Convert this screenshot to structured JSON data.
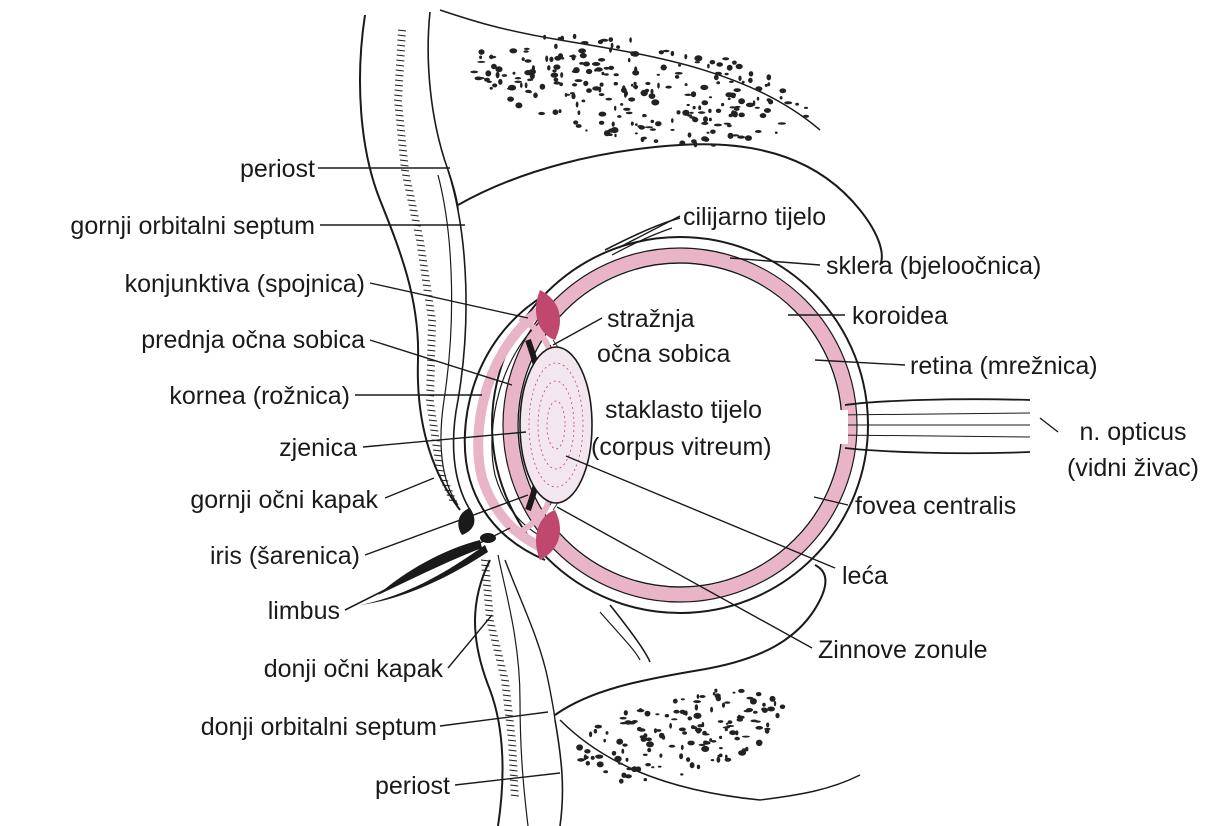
{
  "colors": {
    "ink": "#1a1a1a",
    "tissue_pink": "#e9b4c8",
    "tissue_dark": "#c0486f",
    "lens_fill": "#f4e6ee",
    "bone_dots": "#222222"
  },
  "labels": {
    "periost_top": "periost",
    "gornji_septum": "gornji orbitalni septum",
    "konjunktiva": "konjunktiva (spojnica)",
    "prednja_sobica": "prednja očna sobica",
    "kornea": "kornea (rožnica)",
    "zjenica": "zjenica",
    "gornji_kapak": "gornji očni kapak",
    "iris": "iris (šarenica)",
    "limbus": "limbus",
    "donji_kapak": "donji očni kapak",
    "donji_septum": "donji orbitalni septum",
    "periost_bottom": "periost",
    "cilijarno": "cilijarno tijelo",
    "sklera": "sklera (bjeloočnica)",
    "koroidea": "koroidea",
    "retina": "retina (mrežnica)",
    "straznja_1": "stražnja",
    "straznja_2": "očna sobica",
    "staklasto_1": "staklasto tijelo",
    "staklasto_2": "(corpus vitreum)",
    "opticus_1": "n. opticus",
    "opticus_2": "(vidni živac)",
    "fovea": "fovea centralis",
    "leca": "leća",
    "zinnove": "Zinnove zonule"
  }
}
